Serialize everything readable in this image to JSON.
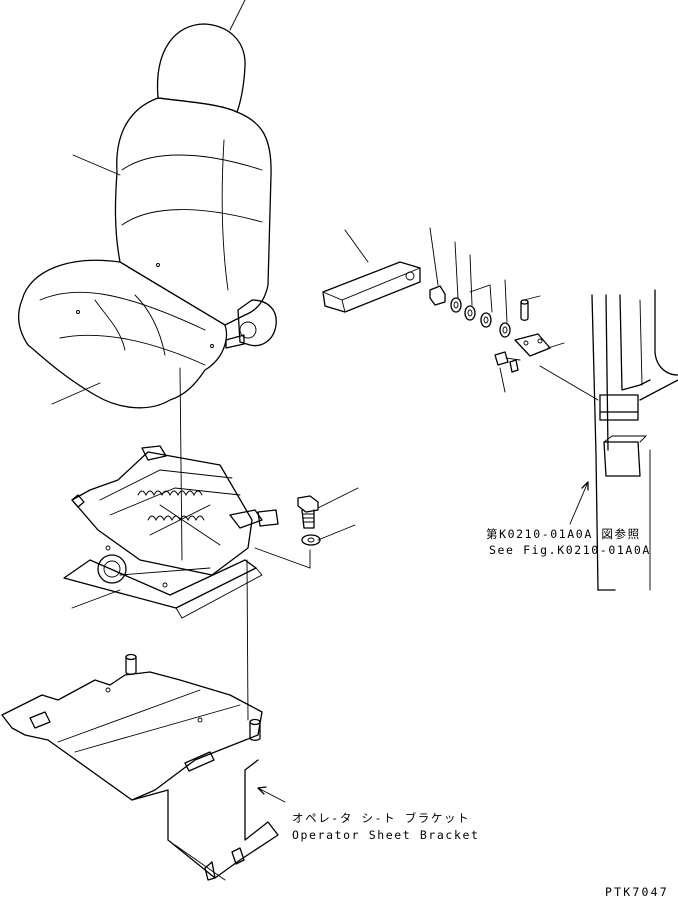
{
  "callouts": {
    "ref_jp": "第K0210-01A0A 図参照",
    "ref_en": "See Fig.K0210-01A0A",
    "bracket_jp": "オペレ-タ シ-ト ブラケット",
    "bracket_en": "Operator Sheet Bracket"
  },
  "drawing_code": "PTK7047",
  "colors": {
    "ink": "#000000",
    "paper": "#ffffff"
  }
}
